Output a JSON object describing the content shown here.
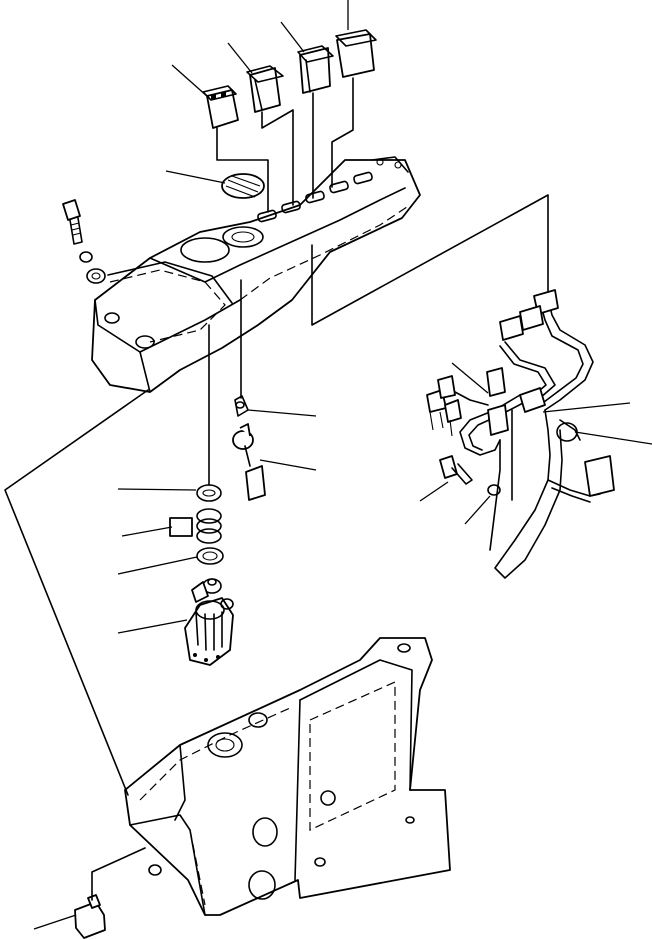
{
  "figure": {
    "type": "exploded parts diagram",
    "colors": {
      "line": "#000000",
      "background": "#ffffff"
    },
    "callouts": [
      "rocker-switch-1",
      "rocker-switch-2",
      "rocker-switch-3",
      "rocker-switch-4",
      "cover-cap",
      "bolt",
      "key-holder",
      "relay",
      "washer-1",
      "washer-stack",
      "washer-2",
      "key-switch",
      "harness-connector",
      "harness-clamp",
      "harness-branch",
      "harness-bolt",
      "harness-washer",
      "lower-clip"
    ]
  }
}
